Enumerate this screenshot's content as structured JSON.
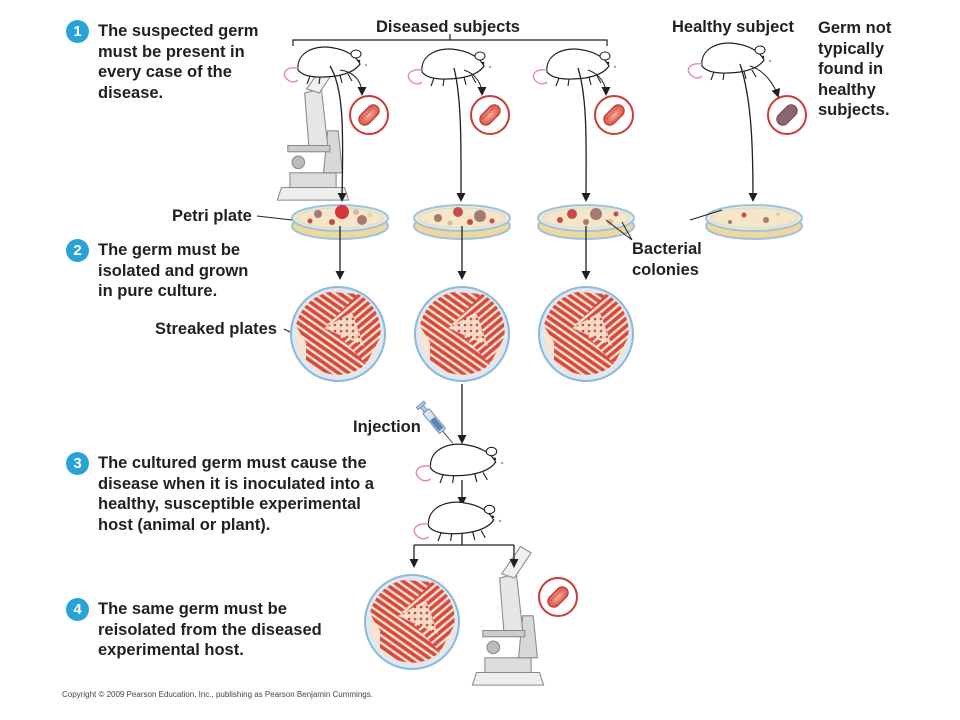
{
  "steps": [
    {
      "number": "1",
      "text": "The suspected germ must be present in every case of the disease."
    },
    {
      "number": "2",
      "text": "The germ must be isolated and grown in pure culture."
    },
    {
      "number": "3",
      "text": "The cultured germ must cause the disease when it is inoculated into a healthy, susceptible experimental host (animal or plant)."
    },
    {
      "number": "4",
      "text": "The same germ must be reisolated from the diseased experimental host."
    }
  ],
  "labels": {
    "diseased_subjects": "Diseased subjects",
    "healthy_subject": "Healthy subject",
    "germ_not_found": "Germ not typically found in healthy subjects.",
    "petri_plate": "Petri plate",
    "bacterial_colonies": "Bacterial colonies",
    "streaked_plates": "Streaked plates",
    "injection": "Injection"
  },
  "copyright": "Copyright © 2009 Pearson Education, Inc., publishing as Pearson Benjamin Cummings.",
  "colors": {
    "badge": "#29a3d6",
    "germ_red": "#e0453a",
    "germ_healthy": "#8a6470",
    "plate_rim": "#9cc3df",
    "agar": "#f4e6c7",
    "colony_red": "#c94a4a",
    "colony_brown": "#a67a73"
  }
}
